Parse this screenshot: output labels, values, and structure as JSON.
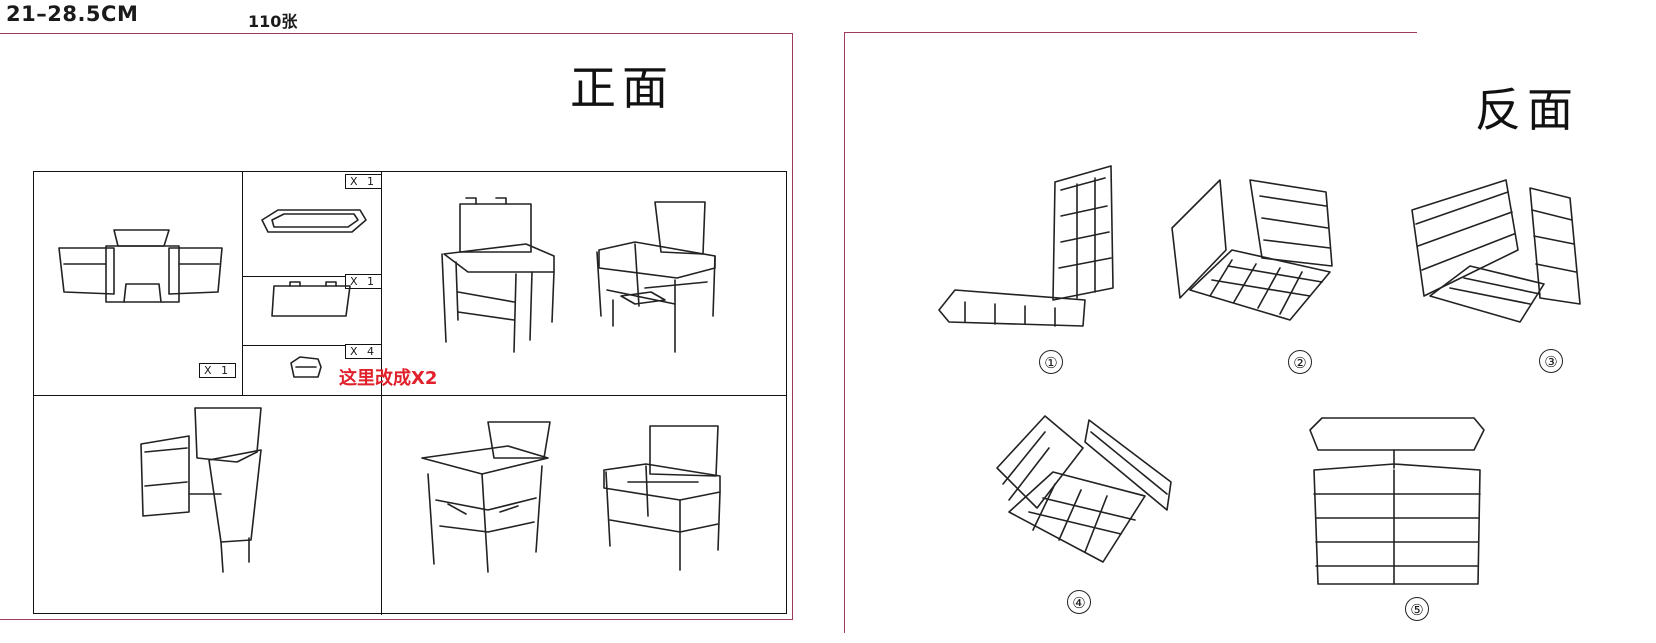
{
  "header": {
    "size_range": "21–28.5CM",
    "sheet_count": "110张"
  },
  "front": {
    "title": "正面",
    "parts": [
      {
        "qty": "X 1",
        "icon": "seat-frame-icon"
      },
      {
        "qty": "X 1",
        "icon": "backrest-panel-icon"
      },
      {
        "qty": "X 1",
        "icon": "table-frame-icon"
      },
      {
        "qty": "X 4",
        "icon": "connector-clip-icon"
      }
    ],
    "revision_note": "这里改成X2",
    "note_color": "#e0202a"
  },
  "back": {
    "title": "反面",
    "steps": [
      "①",
      "②",
      "③",
      "④",
      "⑤"
    ]
  },
  "colors": {
    "frame": "#a03a5a",
    "line": "#222222"
  }
}
